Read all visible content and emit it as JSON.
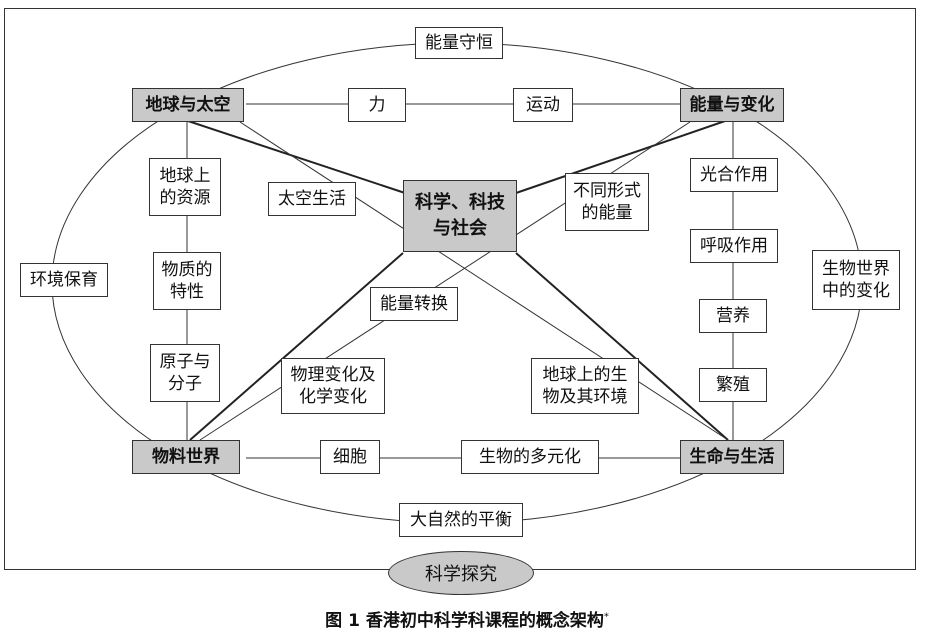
{
  "nodes": {
    "earth_space": "地球与太空",
    "energy_change": "能量与变化",
    "matter_world": "物料世界",
    "life_living": "生命与生活",
    "center": "科学、科技\n与社会",
    "energy_conservation": "能量守恒",
    "force": "力",
    "motion": "运动",
    "earth_resources": "地球上\n的资源",
    "space_life": "太空生活",
    "different_energy": "不同形式\n的能量",
    "photosynthesis": "光合作用",
    "respiration": "呼吸作用",
    "environment": "环境保育",
    "bio_changes": "生物世界\n中的变化",
    "matter_properties": "物质的\n特性",
    "energy_conversion": "能量转换",
    "nutrition": "营养",
    "atoms": "原子与\n分子",
    "phys_chem_change": "物理变化及\n化学变化",
    "earth_organisms": "地球上的生\n物及其环境",
    "reproduction": "繁殖",
    "cell": "细胞",
    "biodiversity": "生物的多元化",
    "nature_balance": "大自然的平衡",
    "scientific_inquiry": "科学探究"
  },
  "caption": {
    "text": "图 1   香港初中科学科课程的概念架构",
    "mark": "*"
  }
}
